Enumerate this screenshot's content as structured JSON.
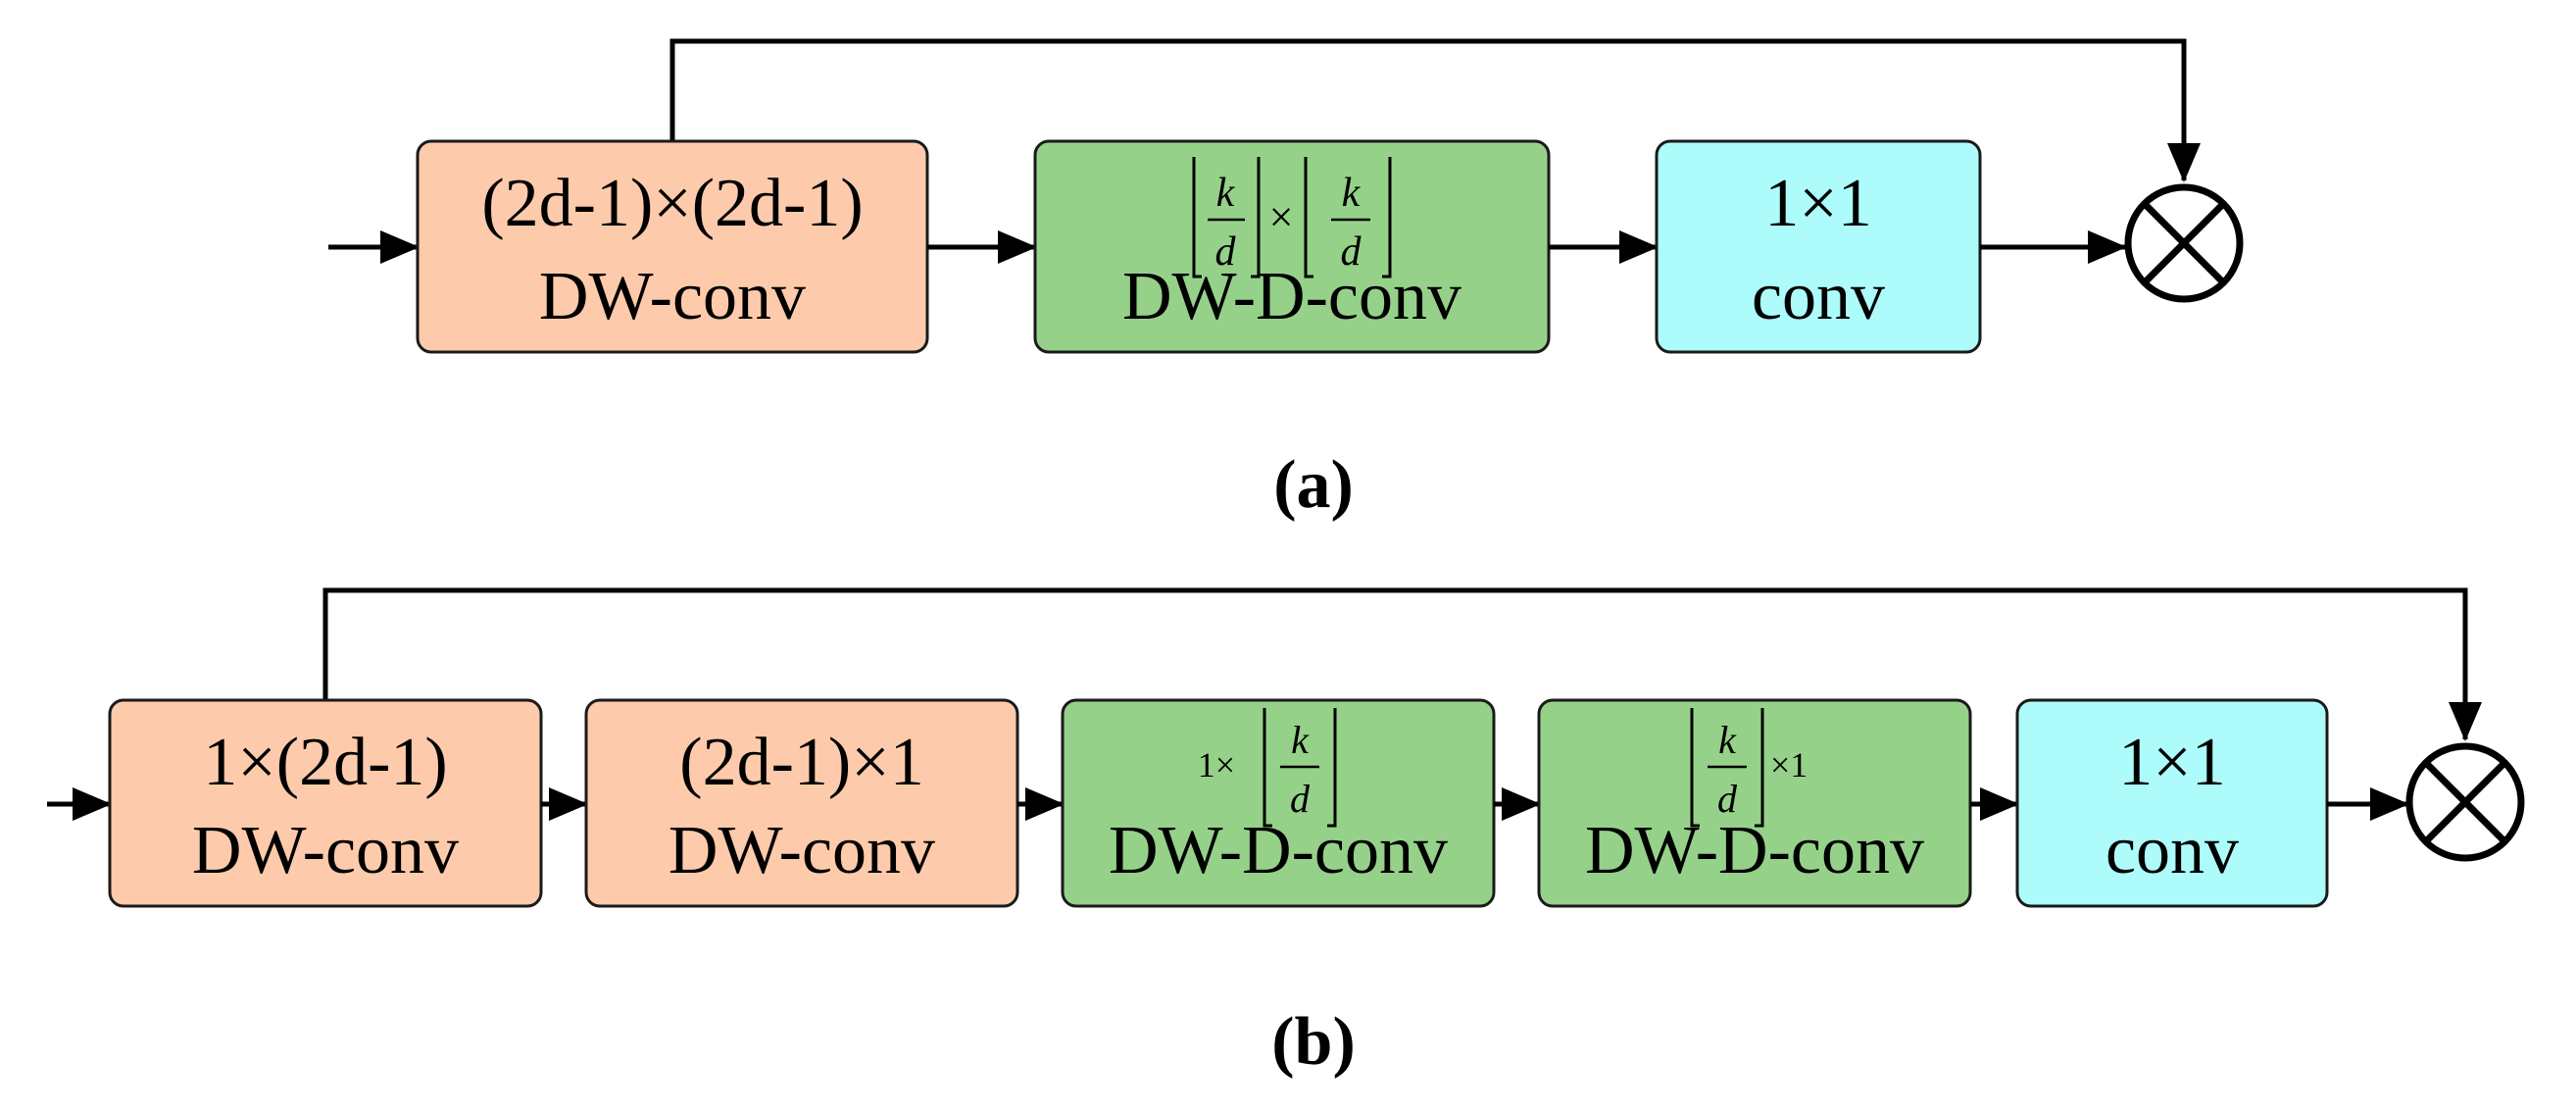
{
  "colors": {
    "dw_conv": "#fdcbab",
    "dw_d_conv": "#96d18a",
    "pointwise_conv": "#adfbfb",
    "line": "#000000",
    "box_border": "#1a1a1a"
  },
  "panel_a": {
    "caption": "(a)",
    "dw_conv": {
      "line1": "(2d-1)×(2d-1)",
      "line2": "DW-conv"
    },
    "dw_d_conv": {
      "kernel_k": "k",
      "kernel_d": "d",
      "times": "×",
      "label": "DW-D-conv"
    },
    "pw_conv": {
      "line1": "1×1",
      "line2": "conv"
    },
    "multiply_icon": "circle-times-icon"
  },
  "panel_b": {
    "caption": "(b)",
    "dw_conv_1": {
      "line1": "1×(2d-1)",
      "line2": "DW-conv"
    },
    "dw_conv_2": {
      "line1": "(2d-1)×1",
      "line2": "DW-conv"
    },
    "dw_d_conv_1": {
      "prefix": "1×",
      "kernel_k": "k",
      "kernel_d": "d",
      "label": "DW-D-conv"
    },
    "dw_d_conv_2": {
      "suffix": "×1",
      "kernel_k": "k",
      "kernel_d": "d",
      "label": "DW-D-conv"
    },
    "pw_conv": {
      "line1": "1×1",
      "line2": "conv"
    },
    "multiply_icon": "circle-times-icon"
  }
}
